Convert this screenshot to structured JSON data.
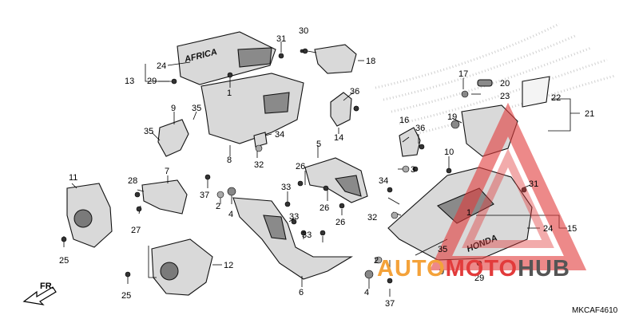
{
  "diagram": {
    "code": "MKCAF4610",
    "direction_label": "FR.",
    "side_brand_text": "AFRICA",
    "part_brand_text": "HONDA",
    "watermark": {
      "brand": "AUTOMOTOHUB",
      "color_red": "#e23b3b",
      "color_orange": "#f4a23a",
      "color_gray": "#555555"
    },
    "callouts": [
      {
        "id": "n1a",
        "text": "1"
      },
      {
        "id": "n1b",
        "text": "1"
      },
      {
        "id": "n2a",
        "text": "2"
      },
      {
        "id": "n2b",
        "text": "2"
      },
      {
        "id": "n3",
        "text": "3"
      },
      {
        "id": "n4a",
        "text": "4"
      },
      {
        "id": "n4b",
        "text": "4"
      },
      {
        "id": "n5",
        "text": "5"
      },
      {
        "id": "n6",
        "text": "6"
      },
      {
        "id": "n7",
        "text": "7"
      },
      {
        "id": "n8",
        "text": "8"
      },
      {
        "id": "n9a",
        "text": "9"
      },
      {
        "id": "n9b",
        "text": "9"
      },
      {
        "id": "n10",
        "text": "10"
      },
      {
        "id": "n11",
        "text": "11"
      },
      {
        "id": "n12",
        "text": "12"
      },
      {
        "id": "n13",
        "text": "13"
      },
      {
        "id": "n14",
        "text": "14"
      },
      {
        "id": "n15",
        "text": "15"
      },
      {
        "id": "n16",
        "text": "16"
      },
      {
        "id": "n17",
        "text": "17"
      },
      {
        "id": "n18",
        "text": "18"
      },
      {
        "id": "n19",
        "text": "19"
      },
      {
        "id": "n20",
        "text": "20"
      },
      {
        "id": "n21",
        "text": "21"
      },
      {
        "id": "n22",
        "text": "22"
      },
      {
        "id": "n23",
        "text": "23"
      },
      {
        "id": "n24a",
        "text": "24"
      },
      {
        "id": "n24b",
        "text": "24"
      },
      {
        "id": "n25a",
        "text": "25"
      },
      {
        "id": "n25b",
        "text": "25"
      },
      {
        "id": "n26a",
        "text": "26"
      },
      {
        "id": "n26b",
        "text": "26"
      },
      {
        "id": "n26c",
        "text": "26"
      },
      {
        "id": "n27",
        "text": "27"
      },
      {
        "id": "n28",
        "text": "28"
      },
      {
        "id": "n29a",
        "text": "29"
      },
      {
        "id": "n29b",
        "text": "29"
      },
      {
        "id": "n30",
        "text": "30"
      },
      {
        "id": "n31a",
        "text": "31"
      },
      {
        "id": "n31b",
        "text": "31"
      },
      {
        "id": "n32a",
        "text": "32"
      },
      {
        "id": "n32b",
        "text": "32"
      },
      {
        "id": "n33a",
        "text": "33"
      },
      {
        "id": "n33b",
        "text": "33"
      },
      {
        "id": "n33c",
        "text": "33"
      },
      {
        "id": "n34a",
        "text": "34"
      },
      {
        "id": "n34b",
        "text": "34"
      },
      {
        "id": "n35a",
        "text": "35"
      },
      {
        "id": "n35b",
        "text": "35"
      },
      {
        "id": "n35c",
        "text": "35"
      },
      {
        "id": "n36a",
        "text": "36"
      },
      {
        "id": "n36b",
        "text": "36"
      },
      {
        "id": "n37a",
        "text": "37"
      },
      {
        "id": "n37b",
        "text": "37"
      }
    ]
  }
}
